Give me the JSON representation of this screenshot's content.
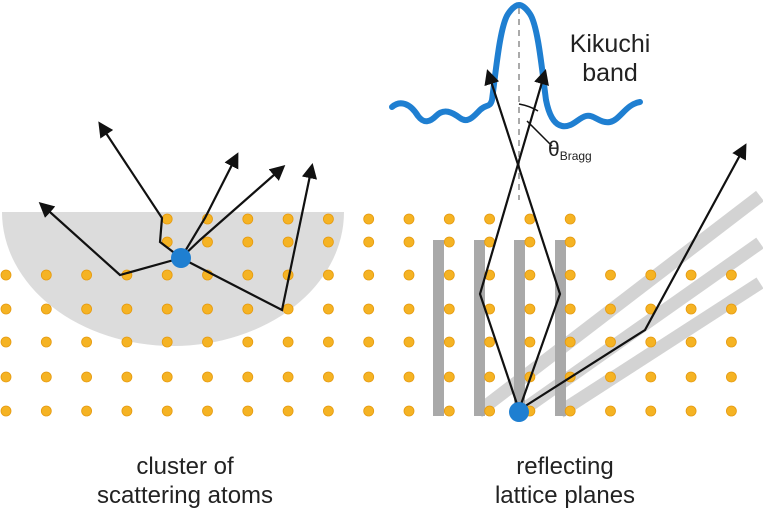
{
  "captions": {
    "left_line1": "cluster of",
    "left_line2": "scattering atoms",
    "right_line1": "reflecting",
    "right_line2": "lattice planes"
  },
  "band_label": {
    "line1": "Kikuchi",
    "line2": "band"
  },
  "angle_label": {
    "symbol": "θ",
    "subscript": "Bragg"
  },
  "colors": {
    "atom": "#f5b323",
    "atom_stroke": "#e59a10",
    "source_atom": "#1f7fd1",
    "band_profile": "#1f7fd1",
    "cluster_region": "#dcdcdc",
    "lattice_plane_vertical": "#a9a9a9",
    "lattice_plane_diagonal": "#d3d3d3",
    "arrow": "#111111",
    "center_dash": "#aaaaaa"
  }
}
